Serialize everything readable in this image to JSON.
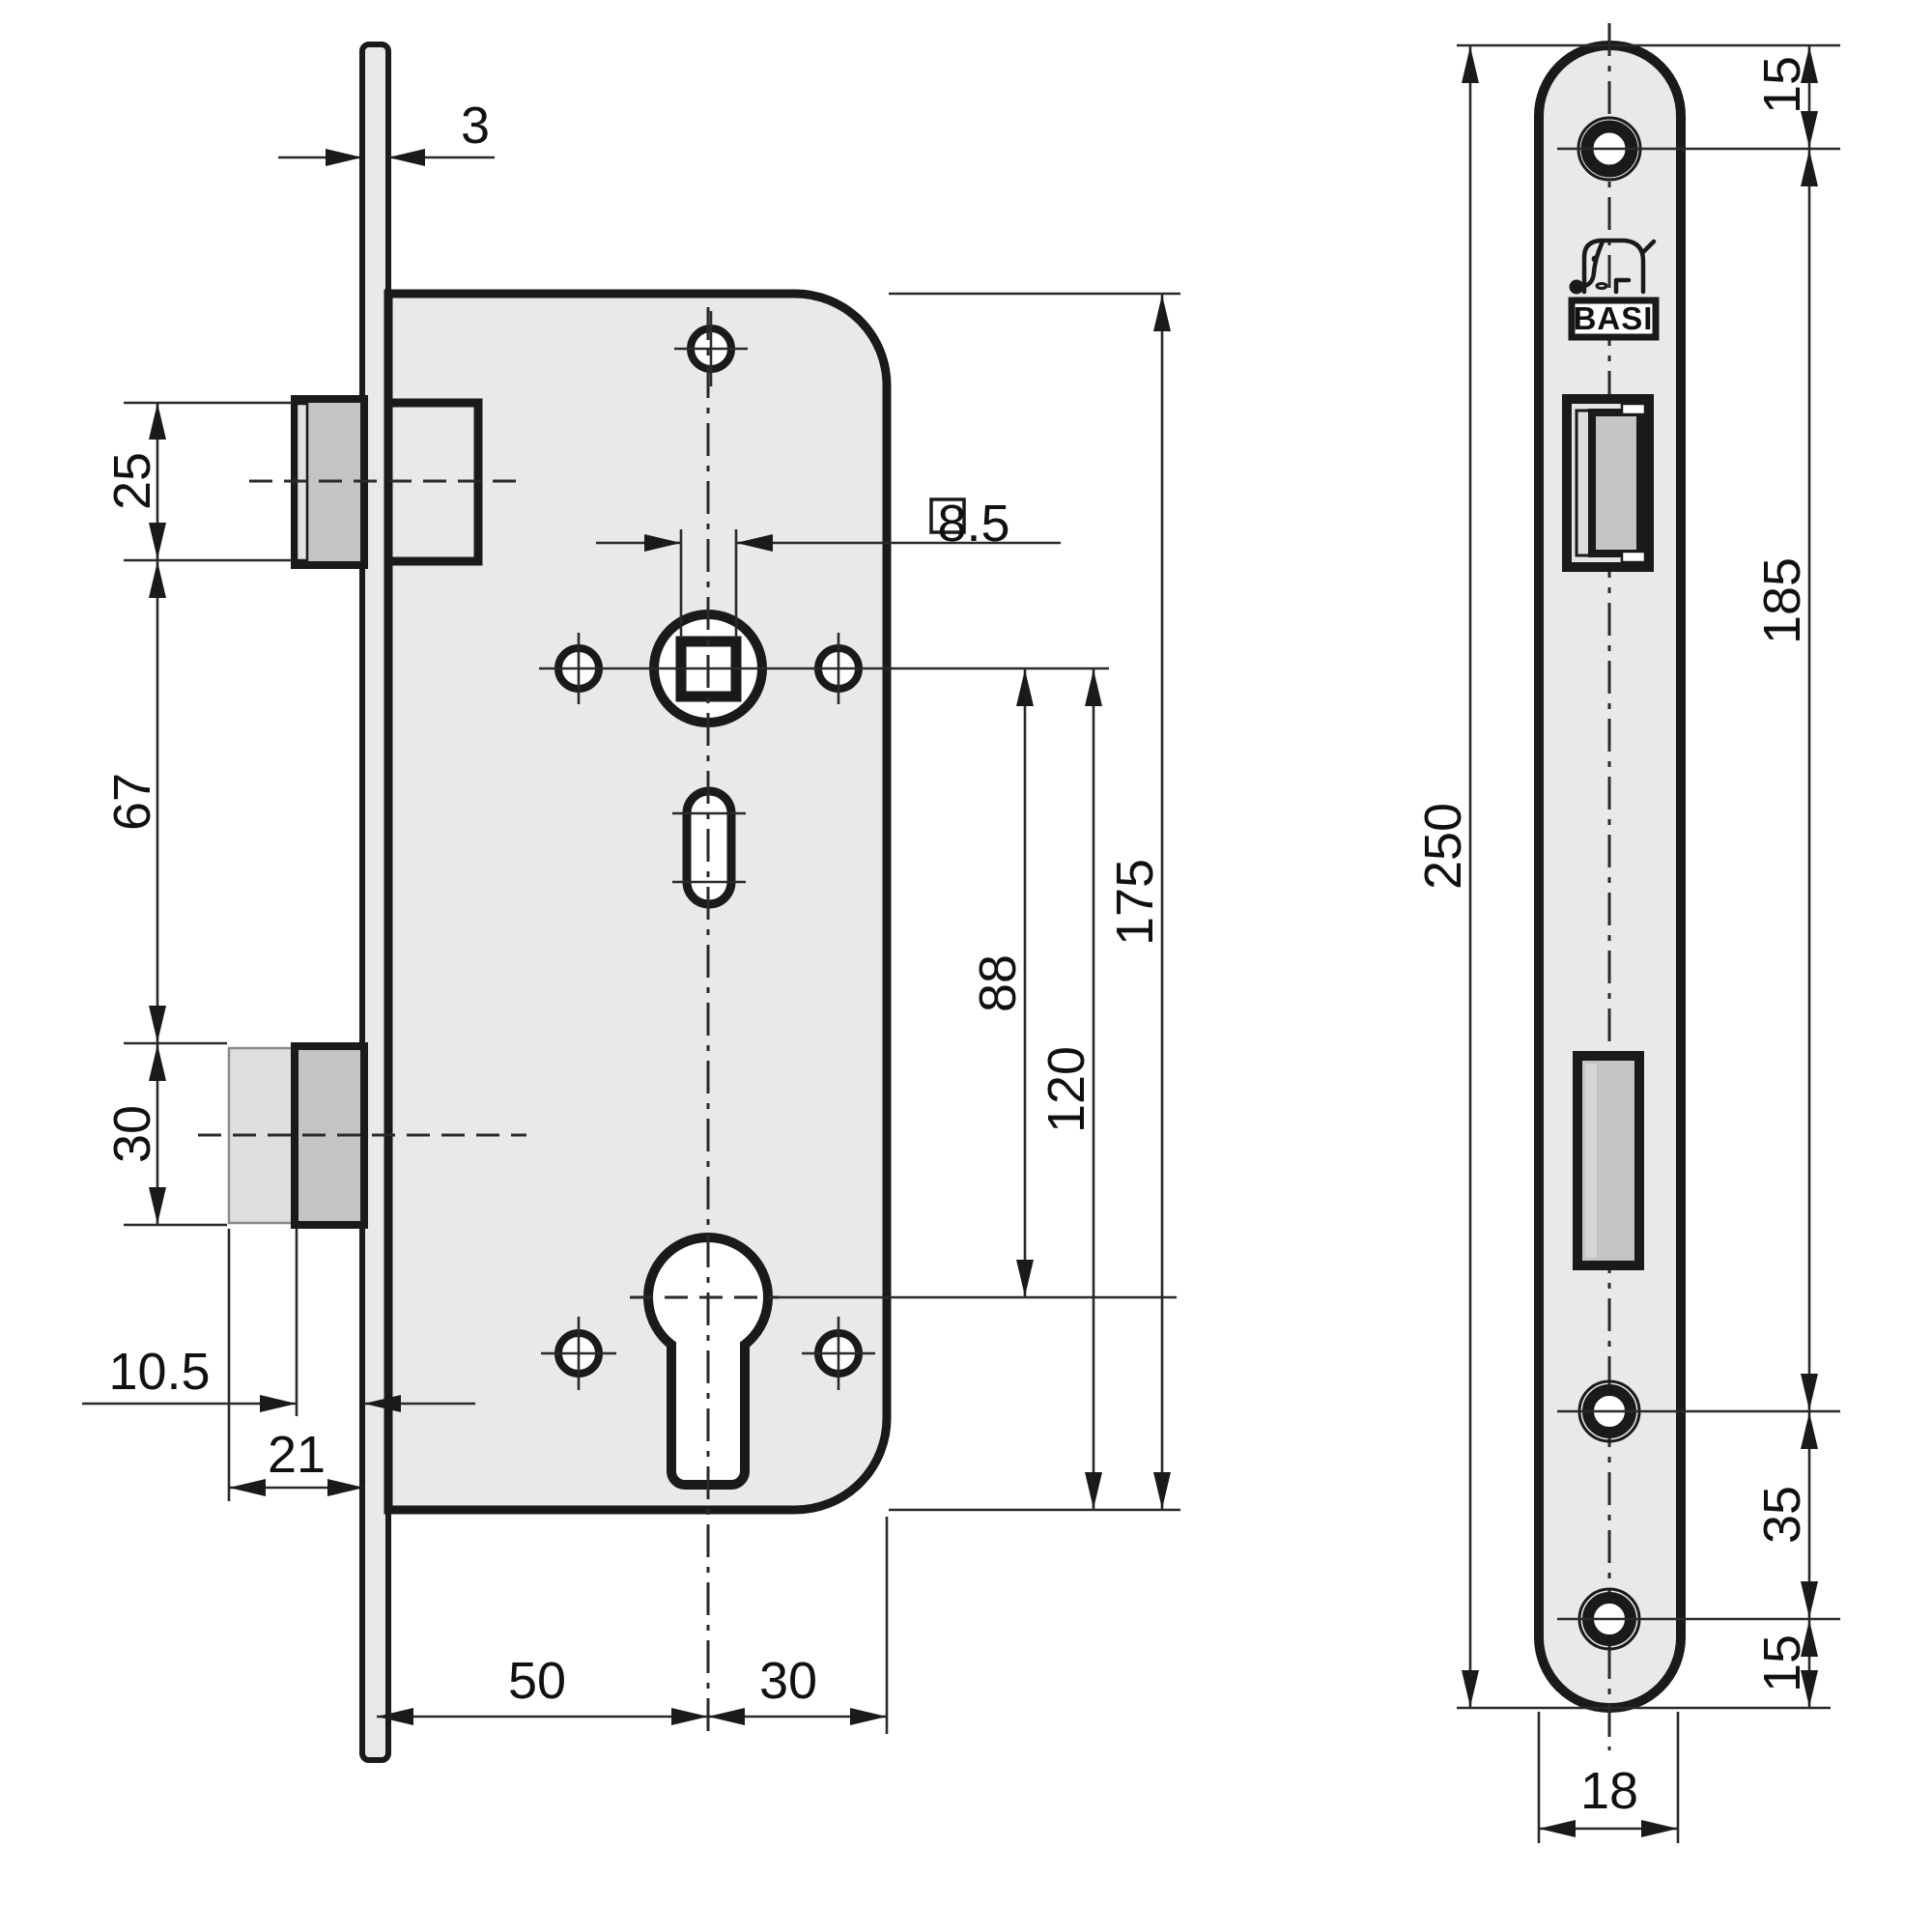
{
  "title": "BASI mortise lock dimensioned technical drawing",
  "colors": {
    "line": "#1a1a1a",
    "body_fill": "#e9e9e9",
    "bolt_dark": "#c4c4c4",
    "bolt_light": "#dfdfdf",
    "hole_fill": "#ffffff"
  },
  "side_view": {
    "plate_thickness": "3",
    "latch_height": "25",
    "latch_to_deadbolt": "67",
    "deadbolt_height": "30",
    "throw_first": "10.5",
    "throw_total": "21",
    "backset": "50",
    "axis_to_back": "30",
    "square_label": "8.5",
    "axis_to_cylinder": "88",
    "axis_to_bottom": "120",
    "case_height": "175"
  },
  "front_view": {
    "end_to_hole": "15",
    "hole_span": "185",
    "plate_length": "250",
    "lower_span": "35",
    "bottom_gap": "15",
    "plate_width": "18",
    "brand": "BASI"
  }
}
